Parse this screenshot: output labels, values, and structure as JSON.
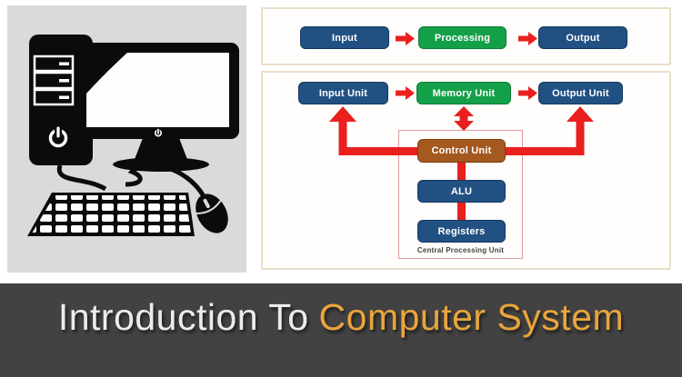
{
  "banner": {
    "text_white": "Introduction To",
    "text_accent": "Computer System",
    "accent_color": "#eaa53c",
    "background": "#424242"
  },
  "simple_flow": {
    "nodes": [
      {
        "label": "Input",
        "color": "#215083"
      },
      {
        "label": "Processing",
        "color": "#14a049"
      },
      {
        "label": "Output",
        "color": "#215083"
      }
    ]
  },
  "architecture": {
    "top_nodes": [
      {
        "label": "Input Unit",
        "color": "#215083"
      },
      {
        "label": "Memory Unit",
        "color": "#14a049"
      },
      {
        "label": "Output Unit",
        "color": "#215083"
      }
    ],
    "cpu": {
      "caption": "Central Processing Unit",
      "control_unit": "Control Unit",
      "alu": "ALU",
      "registers": "Registers",
      "control_color": "#a4591f"
    },
    "arrow_color": "#e9201e"
  },
  "illustration": {
    "description": "black desktop computer clipart: tower, monitor, keyboard, mouse"
  }
}
